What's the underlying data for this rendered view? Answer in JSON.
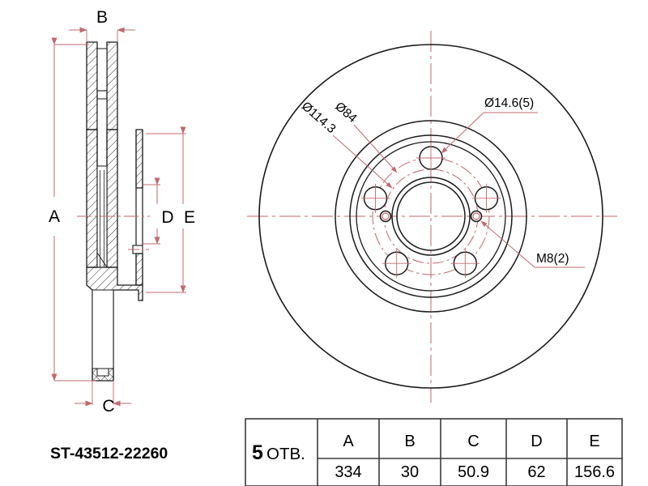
{
  "drawing": {
    "part_number": "ST-43512-22260",
    "title_note": "brake-disc-technical-drawing"
  },
  "section_view": {
    "dimension_labels": [
      {
        "id": "A",
        "label": "A"
      },
      {
        "id": "B",
        "label": "B"
      },
      {
        "id": "C",
        "label": "C"
      },
      {
        "id": "D",
        "label": "D"
      },
      {
        "id": "E",
        "label": "E"
      }
    ]
  },
  "face_view": {
    "callouts": [
      {
        "id": "bolt-circle",
        "label": "Ø114.3"
      },
      {
        "id": "center-bore",
        "label": "Ø84"
      },
      {
        "id": "lug-holes",
        "label": "Ø14.6(5)"
      },
      {
        "id": "threaded-holes",
        "label": "M8(2)"
      }
    ]
  },
  "table": {
    "row_header": {
      "count": "5",
      "unit": "ОТВ."
    },
    "columns": [
      "A",
      "B",
      "C",
      "D",
      "E"
    ],
    "values": [
      "334",
      "30",
      "50.9",
      "62",
      "156.6"
    ]
  },
  "colors": {
    "line": "#1a1a1a",
    "dimension": "#c06a6e",
    "text": "#000000",
    "background": "#ffffff"
  }
}
